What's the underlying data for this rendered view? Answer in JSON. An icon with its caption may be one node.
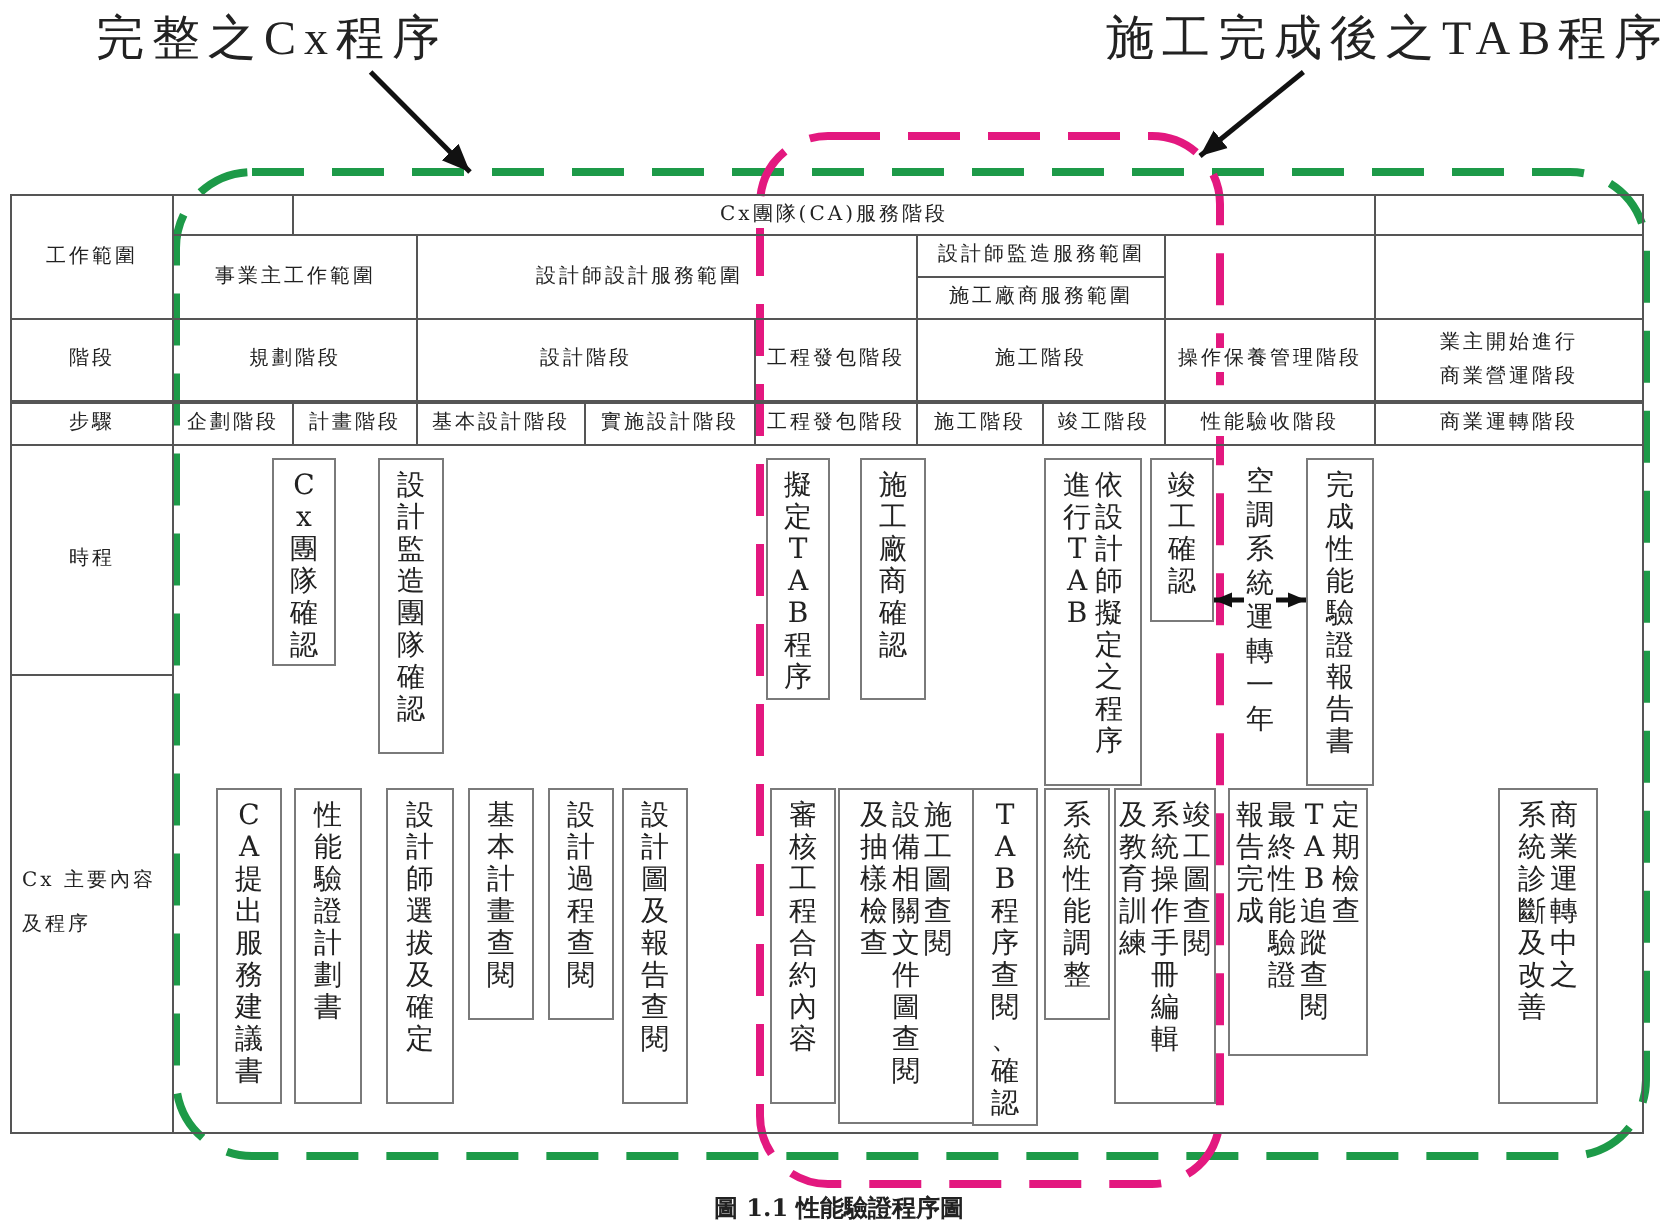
{
  "diagram": {
    "caption": "圖 1.1 性能驗證程序圖",
    "nodes": [
      {
        "text": [
          "完整之Cx程序"
        ]
      },
      {
        "text": [
          "施工完成後之TAB程序"
        ]
      },
      {
        "text": [],
        "shape": "box"
      },
      {
        "text": [],
        "shape": "box"
      },
      {
        "text": [
          "Cx團隊確認"
        ],
        "in": 2
      },
      {
        "text": [
          "設計監造團隊確認"
        ],
        "in": 2
      },
      {
        "text": [
          "擬定TAB程序"
        ],
        "in": 3
      },
      {
        "text": [
          "施工廠商確認"
        ],
        "in": 3
      },
      {
        "text": [
          "依設計師擬定之程序進行TAB"
        ],
        "in": 3
      },
      {
        "text": [
          "竣工確認"
        ],
        "in": 3
      },
      {
        "text": [
          "完成性能驗證報告書"
        ],
        "in": 2
      },
      {
        "text": [
          "CA提出服務建議書"
        ],
        "in": 2
      },
      {
        "text": [
          "性能驗證計劃書"
        ],
        "in": 2
      },
      {
        "text": [
          "設計師選拔及確定"
        ],
        "in": 2
      },
      {
        "text": [
          "基本計畫查閱"
        ],
        "in": 2
      },
      {
        "text": [
          "設計過程查閱"
        ],
        "in": 2
      },
      {
        "text": [
          "設計圖及報告查閱"
        ],
        "in": 2
      },
      {
        "text": [
          "審核工程合約內容"
        ],
        "in": 3
      },
      {
        "text": [
          "施工圖查閱設備相關文件圖查閱及抽樣檢查"
        ],
        "in": 3
      },
      {
        "text": [
          "TAB程序查閱、確認"
        ],
        "in": 3
      },
      {
        "text": [
          "系統性能調整"
        ],
        "in": 3
      },
      {
        "text": [
          "竣工圖查閱系統操作手冊編輯及教育訓練"
        ],
        "in": 3
      },
      {
        "text": [
          "定期檢查TAB追蹤查閱最終性能驗證報告完成"
        ],
        "in": 2
      },
      {
        "text": [
          "商業運轉中之系統診斷及改善"
        ],
        "in": 2
      }
    ],
    "edges": [
      {
        "from": 0,
        "to": 2,
        "arrow": "to"
      },
      {
        "from": 1,
        "to": 3,
        "arrow": "to"
      },
      {
        "from": 9,
        "to": 10,
        "arrow": "both",
        "label": "空調系統運轉一年"
      }
    ],
    "labels": [
      "工作範圍",
      "Cx團隊(CA)服務階段",
      "事業主工作範圍",
      "設計師設計服務範圍",
      "設計師監造服務範圍",
      "施工廠商服務範圍",
      "階段",
      "規劃階段",
      "設計階段",
      "工程發包階段",
      "施工階段",
      "操作保養管理階段",
      "業主開始進行商業營運階段",
      "步驟",
      "企劃階段",
      "計畫階段",
      "基本設計階段",
      "實施設計階段",
      "工程發包階段",
      "施工階段",
      "竣工階段",
      "性能驗收階段",
      "商業運轉階段",
      "時程",
      "Cx 主要內容及程序"
    ]
  }
}
